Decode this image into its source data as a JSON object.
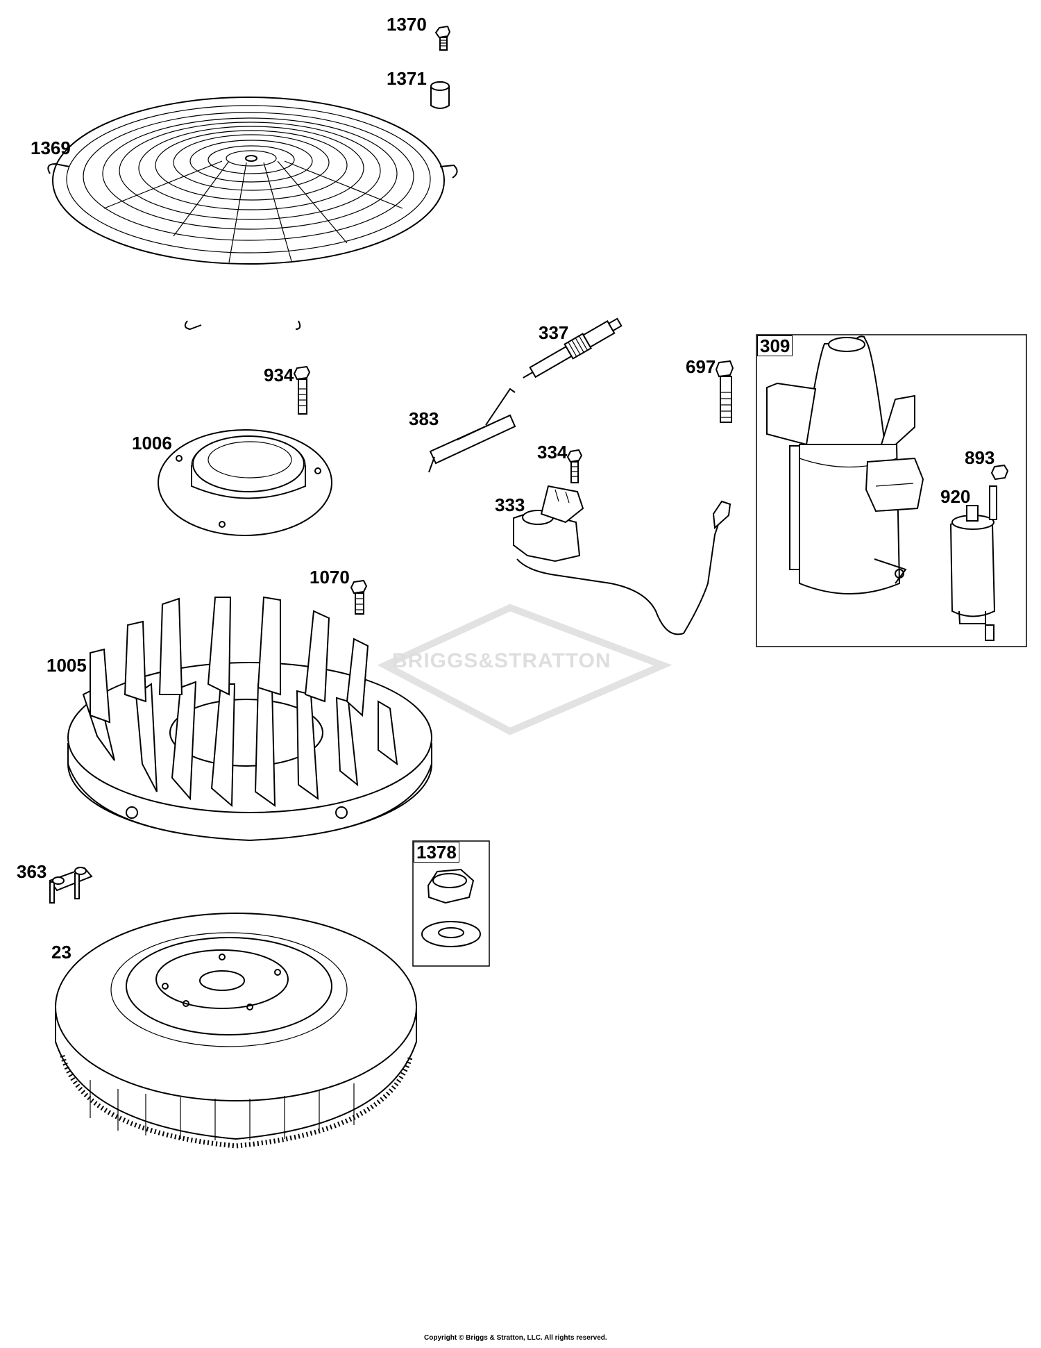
{
  "parts": [
    {
      "ref": "1370",
      "name": "screw-1370"
    },
    {
      "ref": "1371",
      "name": "nut-1371"
    },
    {
      "ref": "1369",
      "name": "grille-1369"
    },
    {
      "ref": "337",
      "name": "spark-plug-337"
    },
    {
      "ref": "309",
      "name": "starter-motor-309"
    },
    {
      "ref": "934",
      "name": "bolt-934"
    },
    {
      "ref": "697",
      "name": "bolt-697"
    },
    {
      "ref": "383",
      "name": "switch-383"
    },
    {
      "ref": "1006",
      "name": "plate-1006"
    },
    {
      "ref": "334",
      "name": "screw-334"
    },
    {
      "ref": "893",
      "name": "nut-893"
    },
    {
      "ref": "333",
      "name": "armature-333"
    },
    {
      "ref": "920",
      "name": "solenoid-920"
    },
    {
      "ref": "1070",
      "name": "screw-1070"
    },
    {
      "ref": "1005",
      "name": "fan-1005"
    },
    {
      "ref": "1378",
      "name": "nut-kit-1378"
    },
    {
      "ref": "363",
      "name": "magnet-363"
    },
    {
      "ref": "23",
      "name": "flywheel-23"
    }
  ],
  "watermark": "BRIGGS&STRATTON",
  "copyright": "Copyright © Briggs & Stratton, LLC. All rights reserved."
}
